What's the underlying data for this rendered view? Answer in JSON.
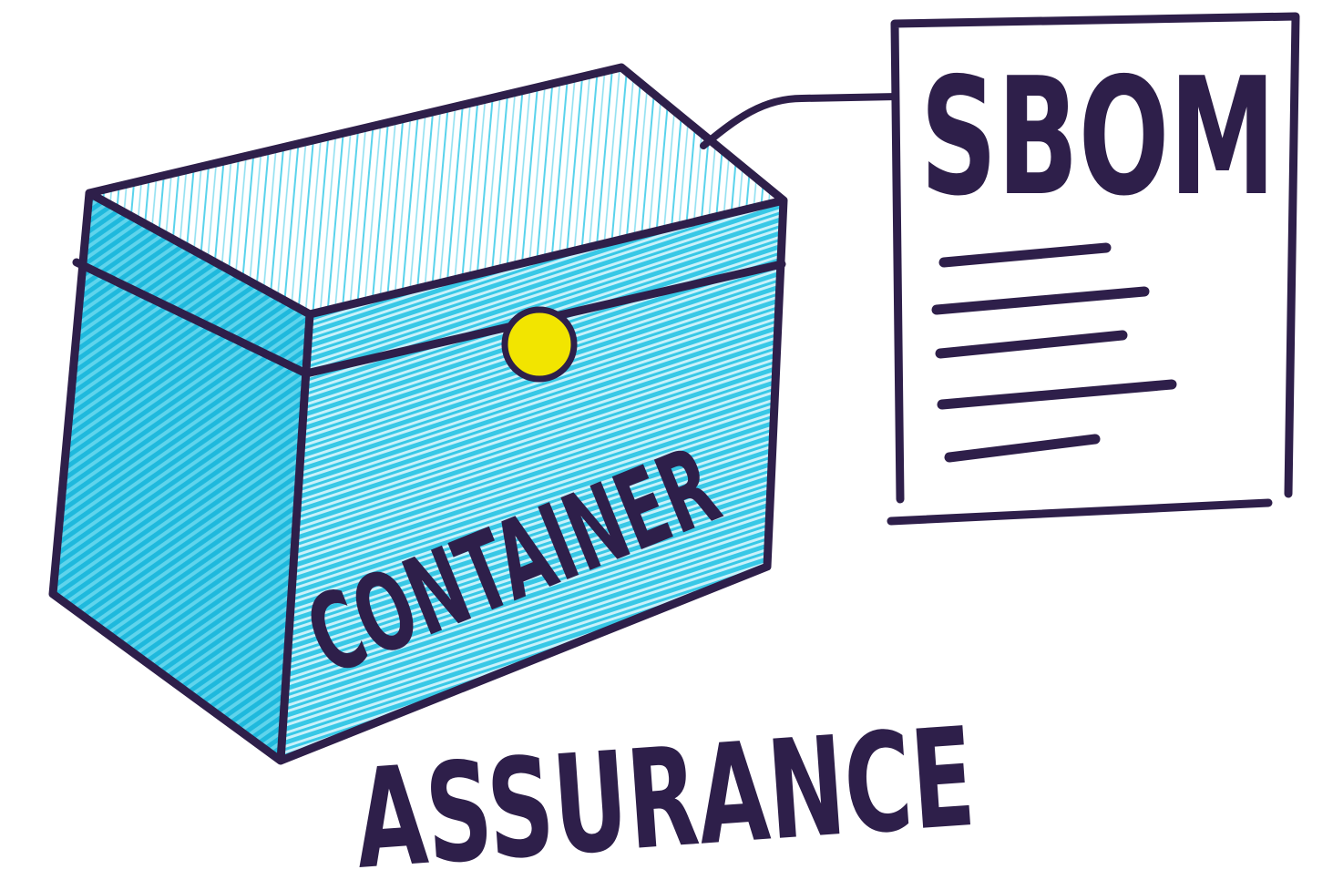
{
  "container": {
    "label": "CONTAINER",
    "fill_color": "#38c8e6",
    "latch_color": "#f2e500"
  },
  "document": {
    "title": "SBOM",
    "text_line_count": 5
  },
  "caption": "ASSURANCE",
  "colors": {
    "ink": "#2e1f4a",
    "background": "#ffffff"
  }
}
